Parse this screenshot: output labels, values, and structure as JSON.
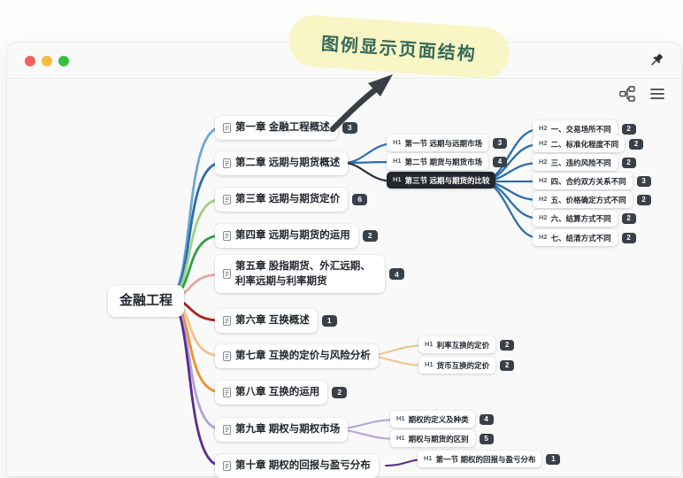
{
  "callout": {
    "text": "图例显示页面结构",
    "arrow_icon": "hand-drawn-arrow",
    "bg": "#f9f6c5",
    "text_color": "#386a59"
  },
  "window": {
    "traffic_lights": {
      "close": "#f4605a",
      "minimize": "#f5bd3e",
      "fullscreen": "#35c03f"
    },
    "pin_icon": "pin-icon",
    "toolbar_icons": [
      "mindmap-structure-icon",
      "menu-icon"
    ]
  },
  "mindmap": {
    "root": {
      "label": "金融工程"
    },
    "doc_icon": "document-icon",
    "chapters": [
      {
        "label": "第一章 金融工程概述",
        "badge": "3",
        "color": "#6fa8d2"
      },
      {
        "label": "第二章 远期与期货概述",
        "color": "#2a6fae"
      },
      {
        "label": "第三章 远期与期货定价",
        "badge": "6",
        "color": "#a3cf8a"
      },
      {
        "label": "第四章 远期与期货的运用",
        "badge": "2",
        "color": "#2f9e44"
      },
      {
        "label": "第五章 股指期货、外汇远期、利率远期与利率期货",
        "badge": "4",
        "color": "#e9a2a2"
      },
      {
        "label": "第六章 互换概述",
        "badge": "1",
        "color": "#ab2020"
      },
      {
        "label": "第七章 互换的定价与风险分析",
        "color": "#f2c28c"
      },
      {
        "label": "第八章 互换的运用",
        "badge": "2",
        "color": "#ed8f33"
      },
      {
        "label": "第九章 期权与期权市场",
        "color": "#b5a0d8"
      },
      {
        "label": "第十章 期权的回报与盈亏分布",
        "color": "#5a2c8f"
      }
    ],
    "ch2_children": [
      {
        "tag": "H1",
        "label": "第一节 远期与远期市场",
        "badge": "3",
        "line": "#2a6fae"
      },
      {
        "tag": "H1",
        "label": "第二节 期货与期货市场",
        "badge": "4",
        "line": "#2a6fae"
      },
      {
        "tag": "H1",
        "label": "第三节 远期与期货的比较",
        "selected": true,
        "line": "#2b3036"
      }
    ],
    "h2_line": "#2a6fae",
    "h2_children": [
      {
        "tag": "H2",
        "label": "一、交易场所不同",
        "badge": "2"
      },
      {
        "tag": "H2",
        "label": "二、标准化程度不同",
        "badge": "2"
      },
      {
        "tag": "H2",
        "label": "三、违约风险不同",
        "badge": "2"
      },
      {
        "tag": "H2",
        "label": "四、合约双方关系不同",
        "badge": "3"
      },
      {
        "tag": "H2",
        "label": "五、价格确定方式不同",
        "badge": "2"
      },
      {
        "tag": "H2",
        "label": "六、结算方式不同",
        "badge": "2"
      },
      {
        "tag": "H2",
        "label": "七、结清方式不同",
        "badge": "2"
      }
    ],
    "ch7_line": "#f0c08a",
    "ch7_children": [
      {
        "tag": "H1",
        "label": "利率互换的定价",
        "badge": "2"
      },
      {
        "tag": "H1",
        "label": "货币互换的定价",
        "badge": "2"
      }
    ],
    "ch9_line": "#b5a0d8",
    "ch9_children": [
      {
        "tag": "H1",
        "label": "期权的定义及种类",
        "badge": "4"
      },
      {
        "tag": "H1",
        "label": "期权与期货的区别",
        "badge": "5"
      }
    ],
    "ch10_line": "#5a2c8f",
    "ch10_children": [
      {
        "tag": "H1",
        "label": "第一节 期权的回报与盈亏分布",
        "badge": "1"
      }
    ]
  }
}
